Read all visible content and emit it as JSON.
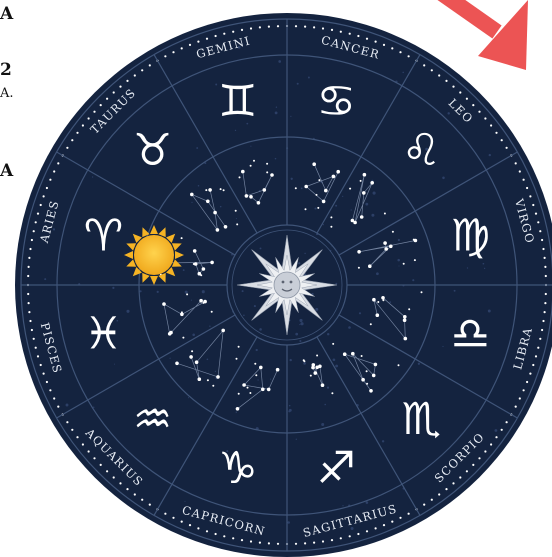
{
  "edge_text": [
    "A",
    "2",
    "A.",
    "A"
  ],
  "signs": [
    {
      "name": "CANCER",
      "glyph": "♋"
    },
    {
      "name": "LEO",
      "glyph": "♌"
    },
    {
      "name": "VIRGO",
      "glyph": "♍"
    },
    {
      "name": "LIBRA",
      "glyph": "♎"
    },
    {
      "name": "SCORPIO",
      "glyph": "♏"
    },
    {
      "name": "SAGITTARIUS",
      "glyph": "♐"
    },
    {
      "name": "CAPRICORN",
      "glyph": "♑"
    },
    {
      "name": "AQUARIUS",
      "glyph": "♒"
    },
    {
      "name": "PISCES",
      "glyph": "♓"
    },
    {
      "name": "ARIES",
      "glyph": "♈"
    },
    {
      "name": "TAURUS",
      "glyph": "♉"
    },
    {
      "name": "GEMINI",
      "glyph": "♊"
    }
  ],
  "colors": {
    "wheel": "#14233f",
    "ring_line": "#3f5478",
    "dots": "#ffffff",
    "sun": "#f5b324",
    "star": "#d9dde4",
    "arrow": "#ec5454",
    "text": "#e8edf5"
  },
  "icons": [
    "sun-icon",
    "star-burst-icon",
    "arrow-icon"
  ]
}
